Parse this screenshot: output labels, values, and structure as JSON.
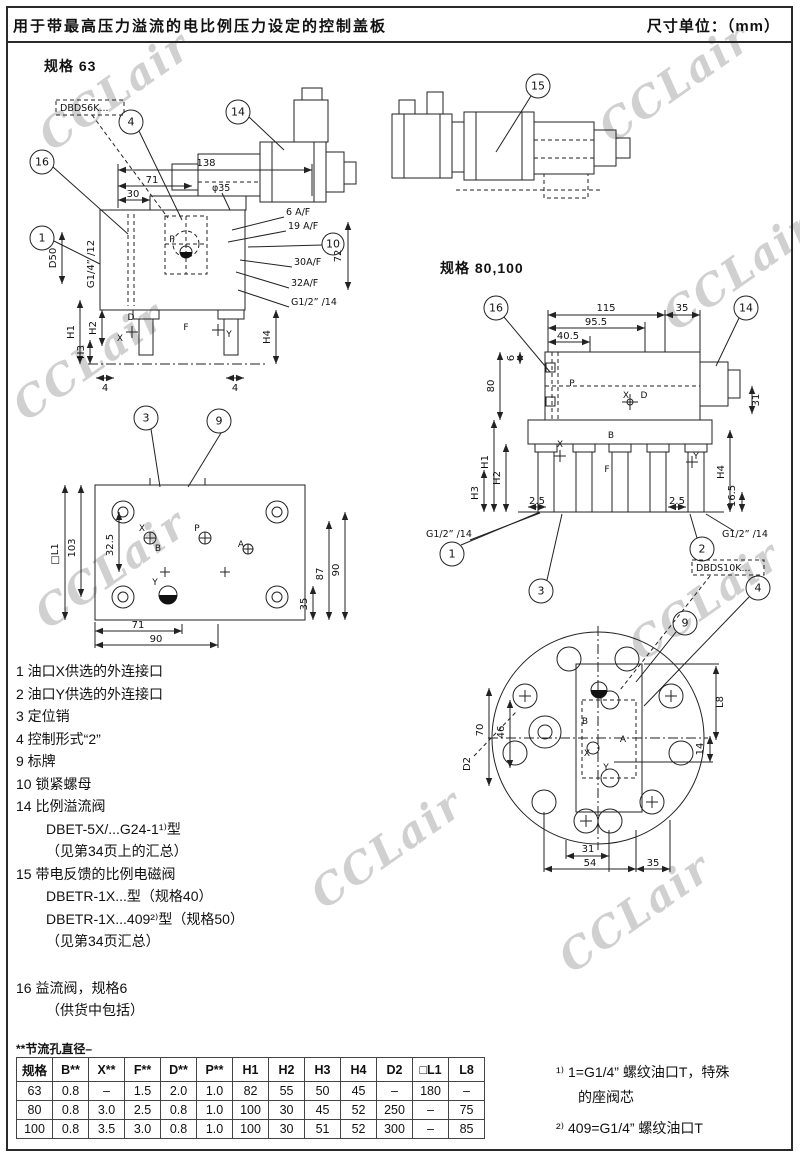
{
  "header": {
    "title": "用于带最高压力溢流的电比例压力设定的控制盖板",
    "unit": "尺寸单位：（mm）"
  },
  "watermark": "CCLair",
  "sections": {
    "spec63": "规格 63",
    "spec80": "规格 80,100"
  },
  "callouts": {
    "c1": "1",
    "c2": "2",
    "c3": "3",
    "c4": "4",
    "c9": "9",
    "c10": "10",
    "c14": "14",
    "c15": "15",
    "c16": "16"
  },
  "drawing63": {
    "model": "DBDS6K...",
    "dims": {
      "len138": "138",
      "len71": "71",
      "len30": "30",
      "dia35": "φ35",
      "af6": "6 A/F",
      "af19": "19 A/F",
      "af30": "30A/F",
      "af32": "32A/F",
      "g12": "G1/2” /14",
      "len72": "72",
      "g14": "G1/4” /12",
      "d50": "D50",
      "h1": "H1",
      "h2": "H2",
      "h3": "H3",
      "h4": "H4",
      "four_l": "4",
      "four_r": "4",
      "lp": "P",
      "ld": "D",
      "lf": "F",
      "lx": "X",
      "ly": "Y"
    }
  },
  "drawing80": {
    "model": "DBDS10K...",
    "dims": {
      "len115": "115",
      "len35": "35",
      "len955": "95.5",
      "len405": "40.5",
      "len6": "6",
      "len80": "80",
      "len31": "31",
      "len165": "16.5",
      "len25l": "2.5",
      "len25r": "2.5",
      "h1": "H1",
      "h2": "H2",
      "h3": "H3",
      "h4": "H4",
      "lp": "P",
      "lx": "X",
      "ld": "D",
      "lb": "B",
      "lf": "F",
      "lx2": "X",
      "ly": "Y",
      "g12_left": "G1/2” /14",
      "g12_right": "G1/2” /14"
    }
  },
  "bottom63": {
    "dims": {
      "len325": "32.5",
      "len103": "103",
      "l1": "□L1",
      "len87": "87",
      "len90r": "90",
      "len35": "35",
      "len71": "71",
      "len90b": "90",
      "lx": "X",
      "lb": "B",
      "lp": "P",
      "la": "A",
      "ly": "Y"
    }
  },
  "circleview": {
    "dims": {
      "len70": "70",
      "len46": "46",
      "d2": "D2",
      "l8": "L8",
      "len14": "14",
      "len31": "31",
      "len54": "54",
      "len35": "35",
      "lb": "B",
      "la": "A",
      "lx": "X",
      "ly": "Y"
    }
  },
  "legend": [
    "1 油口X供选的外连接口",
    "2 油口Y供选的外连接口",
    "3 定位销",
    "4 控制形式“2”",
    "9 标牌",
    "10 锁紧螺母",
    "14 比例溢流阀",
    "DBET-5X/...G24-1¹⁾型",
    "（见第34页上的汇总）",
    "15 带电反馈的比例电磁阀",
    "DBETR-1X...型（规格40）",
    "DBETR-1X...409²⁾型（规格50）",
    "（见第34页汇总）",
    "16 益流阀，规格6",
    "（供货中包括）"
  ],
  "table": {
    "note": "**节流孔直径–",
    "headers": [
      "规格",
      "B**",
      "X**",
      "F**",
      "D**",
      "P**",
      "H1",
      "H2",
      "H3",
      "H4",
      "D2",
      "□L1",
      "L8"
    ],
    "rows": [
      [
        "63",
        "0.8",
        "–",
        "1.5",
        "2.0",
        "1.0",
        "82",
        "55",
        "50",
        "45",
        "–",
        "180",
        "–"
      ],
      [
        "80",
        "0.8",
        "3.0",
        "2.5",
        "0.8",
        "1.0",
        "100",
        "30",
        "45",
        "52",
        "250",
        "–",
        "75"
      ],
      [
        "100",
        "0.8",
        "3.5",
        "3.0",
        "0.8",
        "1.0",
        "100",
        "30",
        "51",
        "52",
        "300",
        "–",
        "85"
      ]
    ]
  },
  "footnotes": {
    "f1a": "¹⁾ 1=G1/4” 螺纹油口T，特殊",
    "f1b": "的座阀芯",
    "f2": "²⁾ 409=G1/4” 螺纹油口T"
  }
}
